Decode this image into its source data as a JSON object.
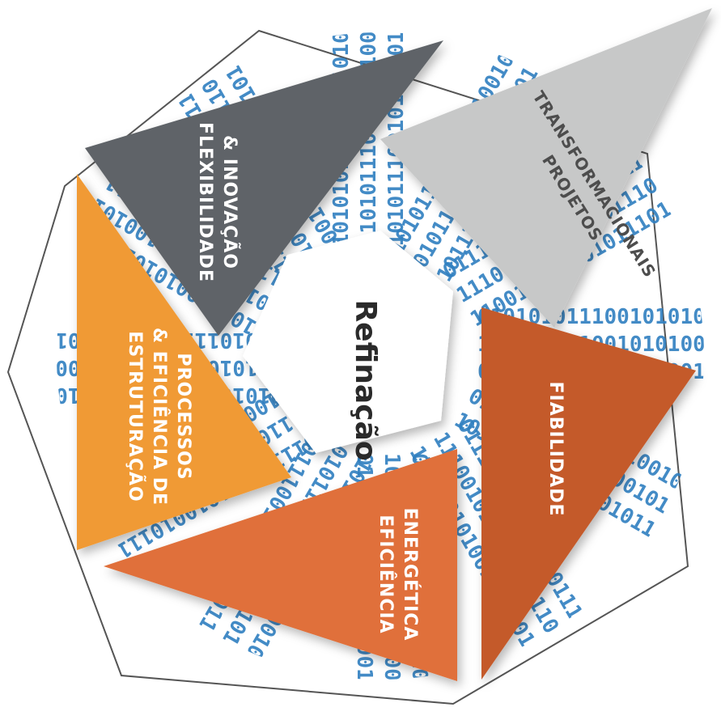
{
  "center": {
    "title": "Refinação"
  },
  "segments": [
    {
      "id": "flex",
      "lines": [
        "Flexibilidade",
        "& Inovação"
      ],
      "color": "#5f6468"
    },
    {
      "id": "proj",
      "lines": [
        "Projetos",
        "Transformacionais"
      ],
      "color": "#c7c8c8"
    },
    {
      "id": "fiab",
      "lines": [
        "Fiabilidade"
      ],
      "color": "#c45a2c"
    },
    {
      "id": "efic",
      "lines": [
        "Eficiência",
        "Energética"
      ],
      "color": "#e0703a"
    },
    {
      "id": "estr",
      "lines": [
        "Estruturação",
        "& eficiência de",
        "Processos"
      ],
      "color": "#f09a35"
    }
  ],
  "binary_text": "0101010111001010100101110101001011010"
}
